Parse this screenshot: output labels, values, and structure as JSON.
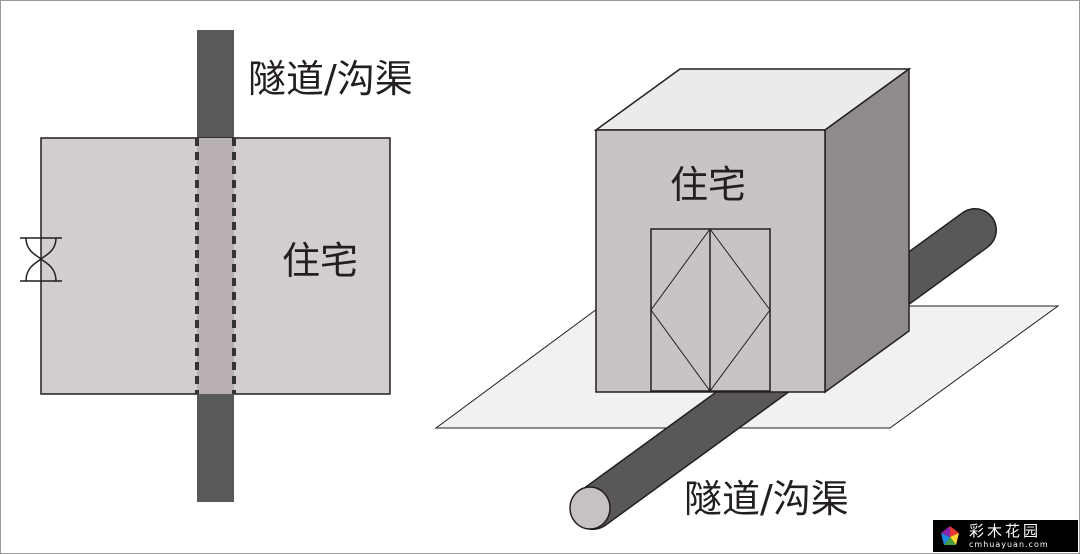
{
  "plan_view": {
    "channel_label": "隧道/沟渠",
    "house_label": "住宅",
    "colors": {
      "house_fill": "#d3cdcf",
      "channel_fill": "#595959",
      "overlap_fill": "#b8b0b3",
      "outline": "#231f20"
    },
    "marker_icon": "hourglass-symbol-icon"
  },
  "perspective_view": {
    "house_label": "住宅",
    "channel_label": "隧道/沟渠",
    "colors": {
      "ground_fill": "#f1f1f1",
      "box_front": "#c8c4c5",
      "box_side": "#8f8b8c",
      "box_top": "#ebebeb",
      "pipe_body": "#595758",
      "pipe_end": "#c6c2c3"
    }
  },
  "watermark": {
    "text_cn": "彩木花园",
    "text_en": "cmhuayuan.com",
    "logo_icon": "flower-logo-icon"
  }
}
